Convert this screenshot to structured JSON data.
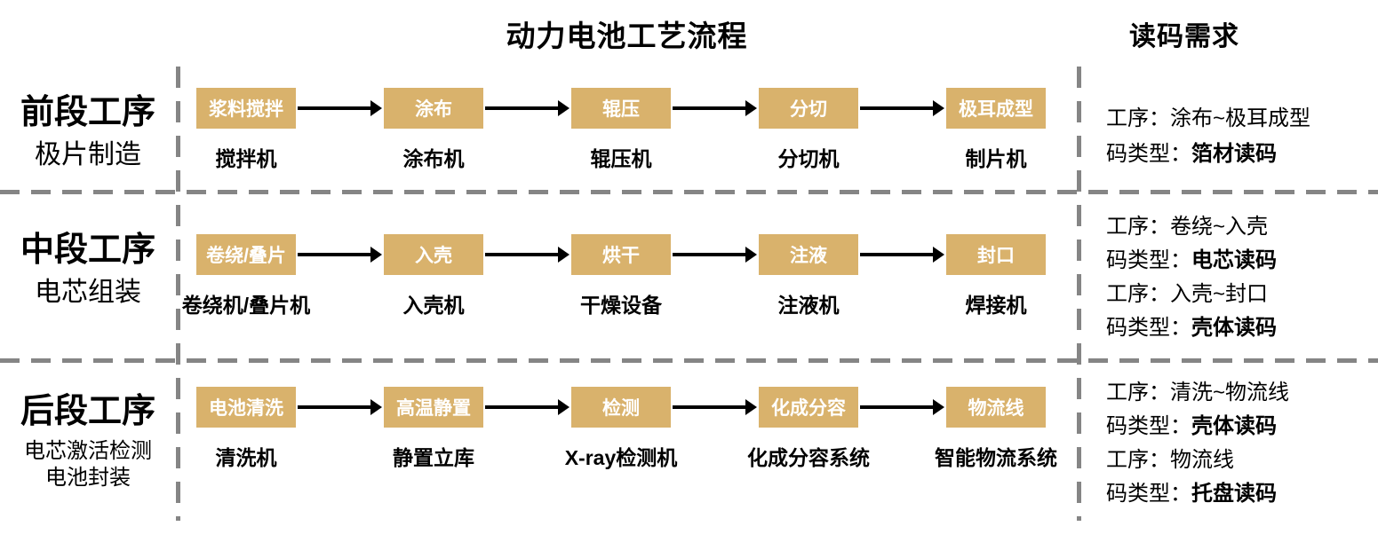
{
  "page": {
    "flow_title": "动力电池工艺流程",
    "requirements_title": "读码需求"
  },
  "colors": {
    "step_box_fill": "#D9B26C",
    "step_box_text": "#FFFFFF",
    "dashed_line": "#858585",
    "arrow": "#000000",
    "text": "#000000"
  },
  "rows": [
    {
      "stage_title": "前段工序",
      "subtitle_lines": [
        "极片制造"
      ],
      "steps": [
        {
          "box": "浆料搅拌",
          "machine": "搅拌机"
        },
        {
          "box": "涂布",
          "machine": "涂布机"
        },
        {
          "box": "辊压",
          "machine": "辊压机"
        },
        {
          "box": "分切",
          "machine": "分切机"
        },
        {
          "box": "极耳成型",
          "machine": "制片机"
        }
      ],
      "requirements": [
        {
          "label": "工序：",
          "value": "涂布~极耳成型",
          "bold": false
        },
        {
          "label": "码类型：",
          "value": "箔材读码",
          "bold": true
        }
      ]
    },
    {
      "stage_title": "中段工序",
      "subtitle_lines": [
        "电芯组装"
      ],
      "steps": [
        {
          "box": "卷绕/叠片",
          "machine": "卷绕机/叠片机"
        },
        {
          "box": "入壳",
          "machine": "入壳机"
        },
        {
          "box": "烘干",
          "machine": "干燥设备"
        },
        {
          "box": "注液",
          "machine": "注液机"
        },
        {
          "box": "封口",
          "machine": "焊接机"
        }
      ],
      "requirements": [
        {
          "label": "工序：",
          "value": "卷绕~入壳",
          "bold": false
        },
        {
          "label": "码类型：",
          "value": "电芯读码",
          "bold": true
        },
        {
          "label": "工序：",
          "value": "入壳~封口",
          "bold": false
        },
        {
          "label": "码类型：",
          "value": "壳体读码",
          "bold": true
        }
      ]
    },
    {
      "stage_title": "后段工序",
      "subtitle_lines": [
        "电芯激活检测",
        "电池封装"
      ],
      "steps": [
        {
          "box": "电池清洗",
          "machine": "清洗机"
        },
        {
          "box": "高温静置",
          "machine": "静置立库"
        },
        {
          "box": "检测",
          "machine": "X-ray检测机"
        },
        {
          "box": "化成分容",
          "machine": "化成分容系统"
        },
        {
          "box": "物流线",
          "machine": "智能物流系统"
        }
      ],
      "requirements": [
        {
          "label": "工序：",
          "value": "清洗~物流线",
          "bold": false
        },
        {
          "label": "码类型：",
          "value": "壳体读码",
          "bold": true
        },
        {
          "label": "工序：",
          "value": "物流线",
          "bold": false
        },
        {
          "label": "码类型：",
          "value": "托盘读码",
          "bold": true
        }
      ]
    }
  ]
}
